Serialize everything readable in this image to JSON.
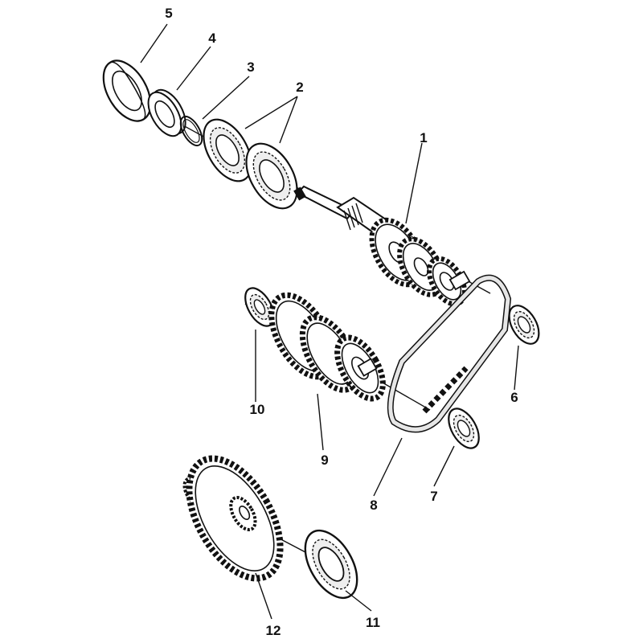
{
  "diagram": {
    "style": {
      "ink": "#111111",
      "background": "#ffffff",
      "chain_color": "#e6e6e6",
      "bearing_inner": "#777777"
    },
    "parts": [
      {
        "id": "part-1",
        "label": "1",
        "kind": "main-shaft-with-gears"
      },
      {
        "id": "part-2",
        "label": "2",
        "kind": "ball-bearing"
      },
      {
        "id": "part-3",
        "label": "3",
        "kind": "circlip"
      },
      {
        "id": "part-4",
        "label": "4",
        "kind": "bushing"
      },
      {
        "id": "part-5",
        "label": "5",
        "kind": "oil-seal"
      },
      {
        "id": "part-6",
        "label": "6",
        "kind": "bearing"
      },
      {
        "id": "part-7",
        "label": "7",
        "kind": "bearing"
      },
      {
        "id": "part-8",
        "label": "8",
        "kind": "chain"
      },
      {
        "id": "part-9",
        "label": "9",
        "kind": "counter-gear-cluster"
      },
      {
        "id": "part-10",
        "label": "10",
        "kind": "bearing"
      },
      {
        "id": "part-11",
        "label": "11",
        "kind": "ball-bearing"
      },
      {
        "id": "part-12",
        "label": "12",
        "kind": "final-drive-gear"
      }
    ]
  }
}
